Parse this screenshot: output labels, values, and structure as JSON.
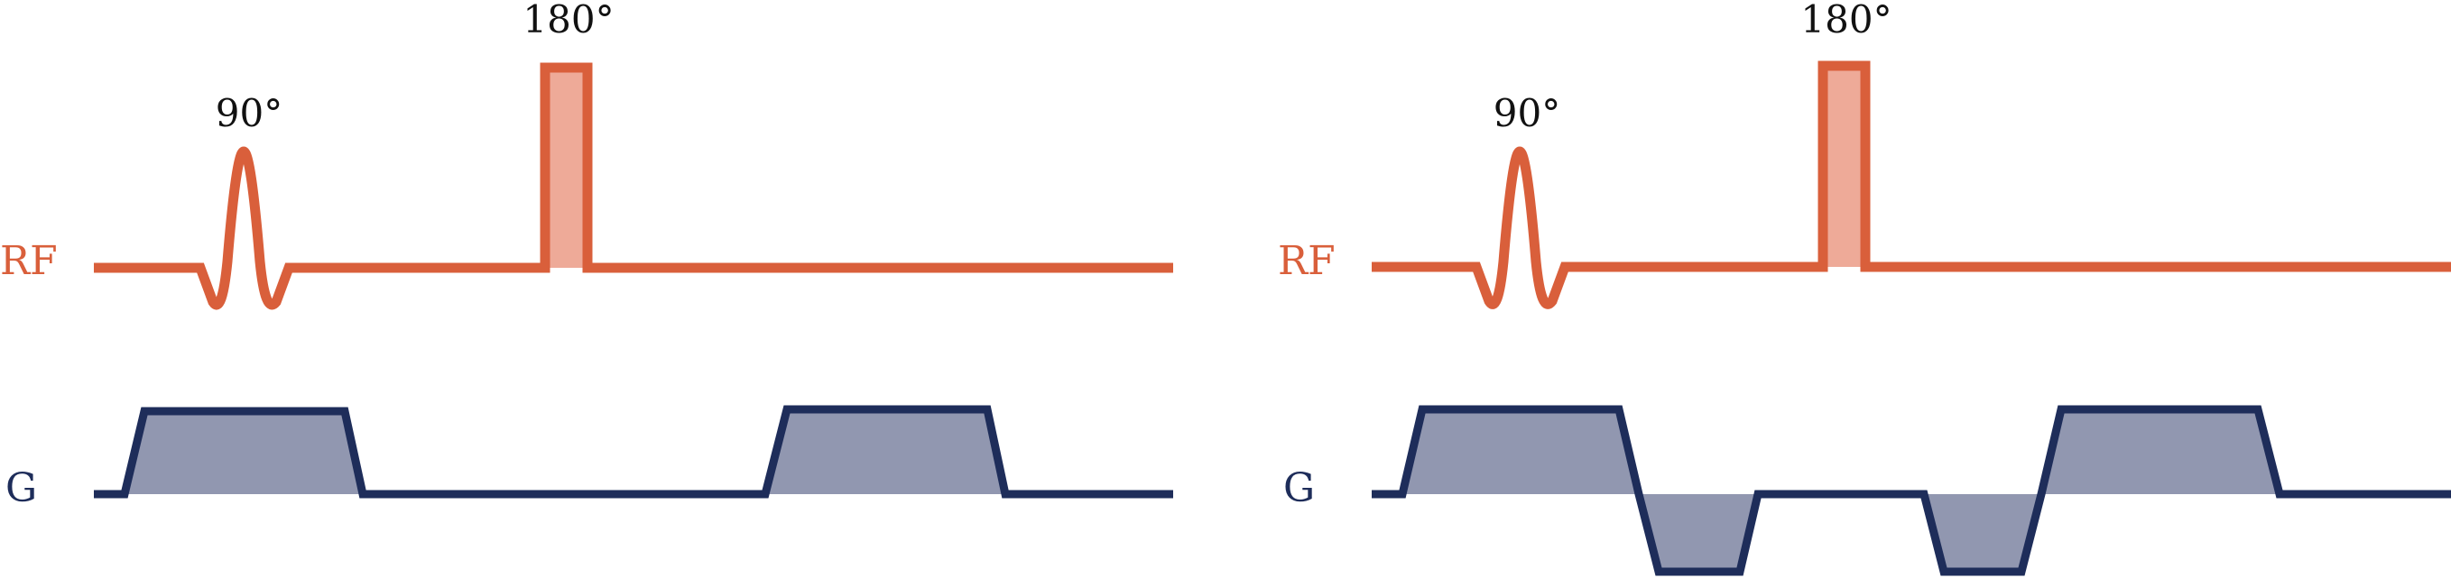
{
  "colors": {
    "rf": "#d95f3b",
    "rf_fill": "#eeaa98",
    "grad": "#1e2d5a",
    "grad_fill": "#9197b0",
    "background": "#ffffff"
  },
  "panels": [
    {
      "rf_label": "RF",
      "g_label": "G",
      "pulse_90_label": "90°",
      "pulse_180_label": "180°"
    },
    {
      "rf_label": "RF",
      "g_label": "G",
      "pulse_90_label": "90°",
      "pulse_180_label": "180°"
    }
  ]
}
